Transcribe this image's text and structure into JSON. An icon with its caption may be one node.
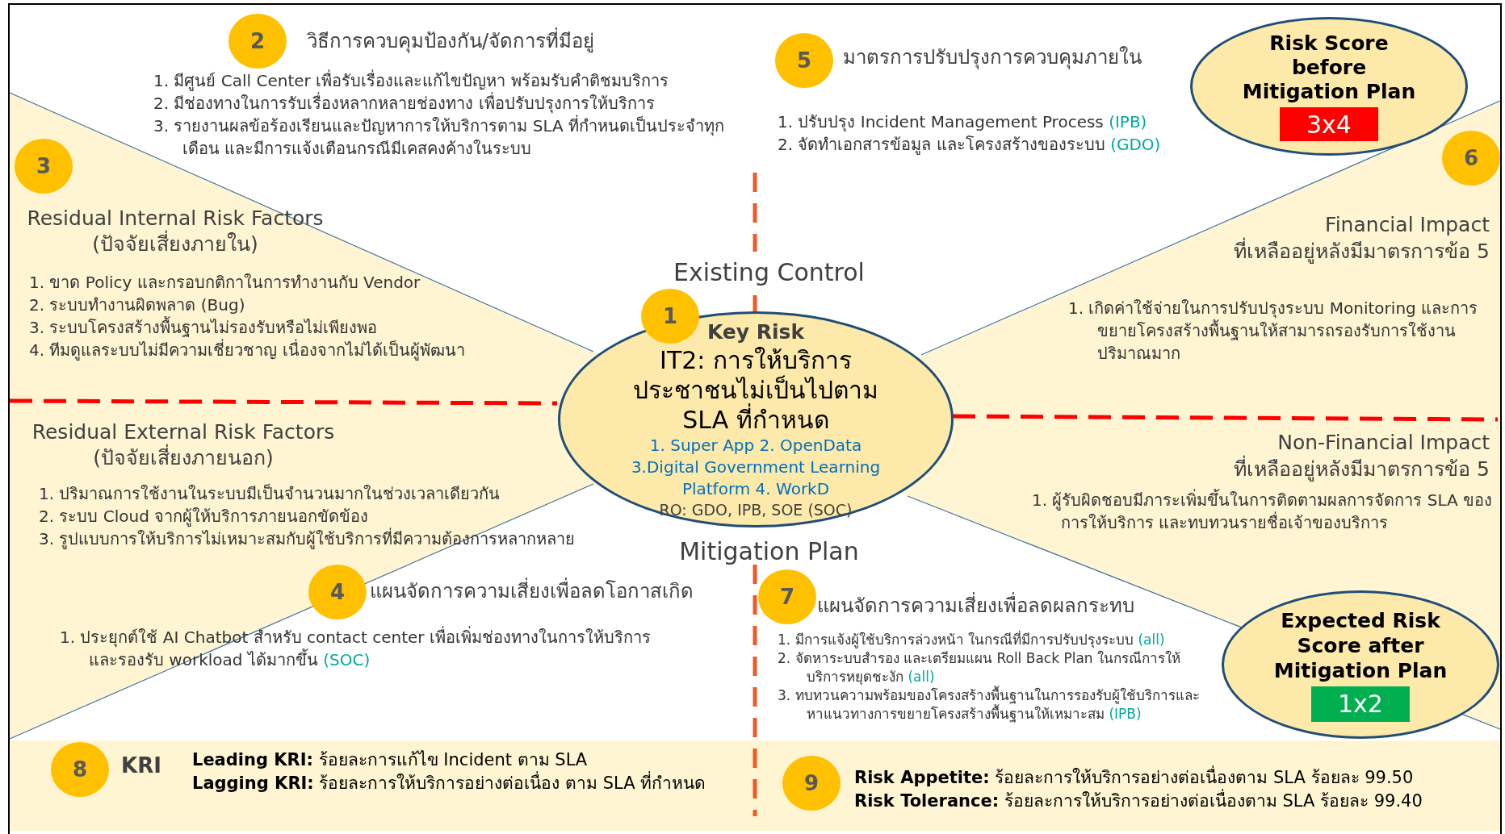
{
  "diagram": {
    "nodes": [
      {
        "text": [
          "2"
        ],
        "beside": [
          "วิธีการควบคุมป้องกัน/จัดการที่มีอยู่"
        ]
      },
      {
        "text": [
          "5"
        ],
        "beside": [
          "มาตรการปรับปรุงการควบคุมภายใน"
        ]
      },
      {
        "text": [
          "Risk Score before Mitigation Plan"
        ]
      },
      {
        "text": [
          "3x4"
        ],
        "in": 2
      },
      {
        "text": [
          "6"
        ],
        "beside": [
          "Financial Impact",
          "ที่เหลืออยู่หลังมีมาตรการข้อ 5"
        ]
      },
      {
        "text": [
          "3"
        ],
        "beside": [
          "Residual Internal Risk Factors",
          "(ปัจจัยเสี่ยงภายใน)"
        ]
      },
      {
        "text": [
          "1"
        ]
      },
      {
        "text": [
          "Key Risk",
          "IT2: การให้บริการประชาชนไม่เป็นไปตาม SLA ที่กำหนด",
          "1. Super App 2. OpenData 3.Digital Government Learning Platform 4. WorkD",
          "RO: GDO, IPB, SOE (SOC)"
        ]
      },
      {
        "text": [
          "4"
        ],
        "beside": [
          "แผนจัดการความเสี่ยงเพื่อลดโอกาสเกิด"
        ]
      },
      {
        "text": [
          "7"
        ],
        "beside": [
          "แผนจัดการความเสี่ยงเพื่อลดผลกระทบ"
        ]
      },
      {
        "text": [
          "Expected Risk Score after Mitigation Plan"
        ]
      },
      {
        "text": [
          "1x2"
        ],
        "in": 10
      },
      {
        "text": [
          "8"
        ],
        "beside": [
          "KRI"
        ]
      },
      {
        "text": [
          "9"
        ],
        "beside": [
          "**Risk Appetite:** ร้อยละการให้บริการอย่างต่อเนื่องตาม SLA ร้อยละ 99.50",
          "**Risk Tolerance:** ร้อยละการให้บริการอย่างต่อเนื่องตาม SLA ร้อยละ 99.40"
        ]
      }
    ],
    "labels": [
      "1. มีศูนย์ Call Center เพื่อรับเรื่องและแก้ไขปัญหา พร้อมรับคำติชมบริการ",
      "2. มีช่องทางในการรับเรื่องหลากหลายช่องทาง เพื่อปรับปรุงการให้บริการ",
      "3. รายงานผลข้อร้องเรียนและปัญหาการให้บริการตาม SLA ที่กำหนดเป็นประจำทุกเดือน และมีการแจ้งเตือนกรณีมีเคสคงค้างในระบบ",
      "1. ปรับปรุง Incident Management Process",
      "(IPB)",
      "2. จัดทำเอกสารข้อมูล และโครงสร้างของระบบ",
      "(GDO)",
      "1. ขาด Policy และกรอบกติกาในการทำงานกับ Vendor",
      "2. ระบบทำงานผิดพลาด (Bug)",
      "3. ระบบโครงสร้างพื้นฐานไม่รองรับหรือไม่เพียงพอ",
      "4. ทีมดูแลระบบไม่มีความเชี่ยวชาญ เนื่องจากไม่ได้เป็นผู้พัฒนา",
      "Existing Control",
      "1. เกิดค่าใช้จ่ายในการปรับปรุงระบบ Monitoring และการขยายโครงสร้างพื้นฐานให้สามารถรองรับการใช้งานปริมาณมาก",
      "Residual External Risk Factors",
      "(ปัจจัยเสี่ยงภายนอก)",
      "1. ปริมาณการใช้งานในระบบมีเป็นจำนวนมากในช่วงเวลาเดียวกัน",
      "2. ระบบ Cloud จากผู้ให้บริการภายนอกขัดข้อง",
      "3. รูปแบบการให้บริการไม่เหมาะสมกับผู้ใช้บริการที่มีความต้องการหลากหลาย",
      "Non-Financial Impact",
      "ที่เหลืออยู่หลังมีมาตรการข้อ 5",
      "1. ผู้รับผิดชอบมีภาระเพิ่มขึ้นในการติดตามผลการจัดการ SLA ของการให้บริการ และทบทวนรายชื่อเจ้าของบริการ",
      "Mitigation Plan",
      "1. ประยุกต์ใช้ AI Chatbot สำหรับ contact center เพื่อเพิ่มช่องทางในการให้บริการ และรองรับ workload ได้มากขึ้น",
      "(SOC)",
      "1. มีการแจ้งผู้ใช้บริการล่วงหน้า ในกรณีที่มีการปรับปรุงระบบ",
      "(all)",
      "2. จัดหาระบบสำรอง และเตรียมแผน Roll Back Plan ในกรณีการให้บริการหยุดชะงัก",
      "(all)",
      "3. ทบทวนความพร้อมของโครงสร้างพื้นฐานในการรองรับผู้ใช้บริการและหาแนวทางการขยายโครงสร้างพื้นฐานให้เหมาะสม",
      "(IPB)",
      "**Leading KRI:** ร้อยละการแก้ไข Incident ตาม SLA",
      "**Lagging KRI:** ร้อยละการให้บริการอย่างต่อเนื่อง ตาม SLA ที่กำหนด"
    ]
  }
}
